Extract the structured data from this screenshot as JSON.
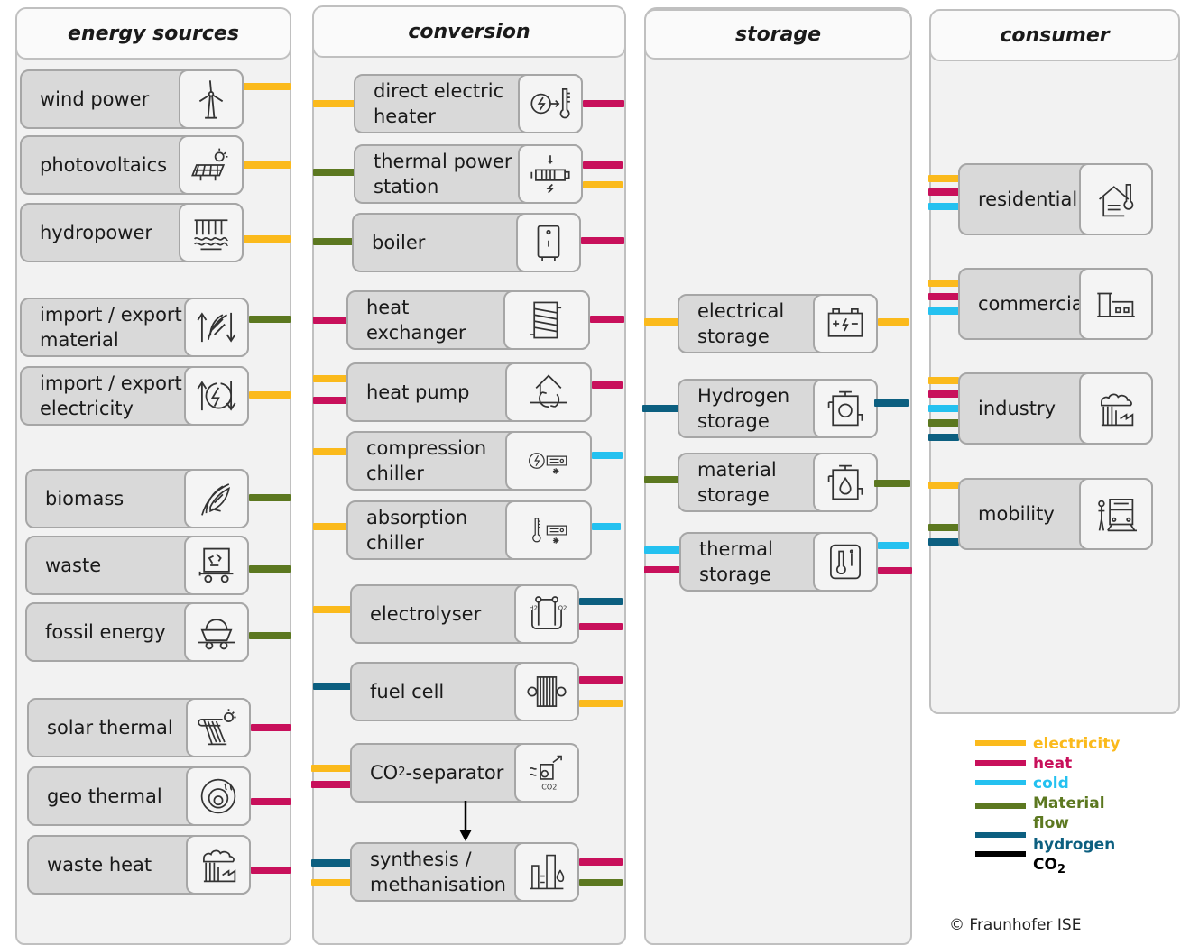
{
  "columns": {
    "sources": "energy sources",
    "conversion": "conversion",
    "storage": "storage",
    "consumer": "consumer"
  },
  "sources": {
    "wind": "wind power",
    "pv": "photovoltaics",
    "hydro": "hydropower",
    "import_material": "import / export\nmaterial",
    "import_electricity": "import / export\nelectricity",
    "biomass": "biomass",
    "waste": "waste",
    "fossil": "fossil energy",
    "solar_thermal": "solar thermal",
    "geo_thermal": "geo thermal",
    "waste_heat": "waste heat"
  },
  "conversion": {
    "direct_heater": "direct electric\nheater",
    "thermal_power": "thermal power\nstation",
    "boiler": "boiler",
    "heat_exchanger": "heat\nexchanger",
    "heat_pump": "heat pump",
    "compression_chiller": "compression\nchiller",
    "absorption_chiller": "absorption\nchiller",
    "electrolyser": "electrolyser",
    "fuel_cell": "fuel cell",
    "co2_separator_main": "CO",
    "co2_separator_sub": "2",
    "co2_separator_suffix": "-separator",
    "synthesis": "synthesis /\nmethanisation"
  },
  "storage": {
    "electrical": "electrical\nstorage",
    "hydrogen": "Hydrogen\nstorage",
    "material": "material\nstorage",
    "thermal": "thermal\nstorage"
  },
  "consumer": {
    "residential": "residential",
    "commercial": "commercial",
    "industry": "industry",
    "mobility": "mobility"
  },
  "legend": {
    "electricity": "electricity",
    "heat": "heat",
    "cold": "cold",
    "material": "Material\nflow",
    "hydrogen": "hydrogen",
    "co2": "CO",
    "co2_sub": "2"
  },
  "colors": {
    "electricity": "#fbba1c",
    "heat": "#c8105b",
    "cold": "#24c1f0",
    "material": "#5c7820",
    "hydrogen": "#0c5f80",
    "co2": "#000000"
  },
  "copyright": "© Fraunhofer ISE"
}
